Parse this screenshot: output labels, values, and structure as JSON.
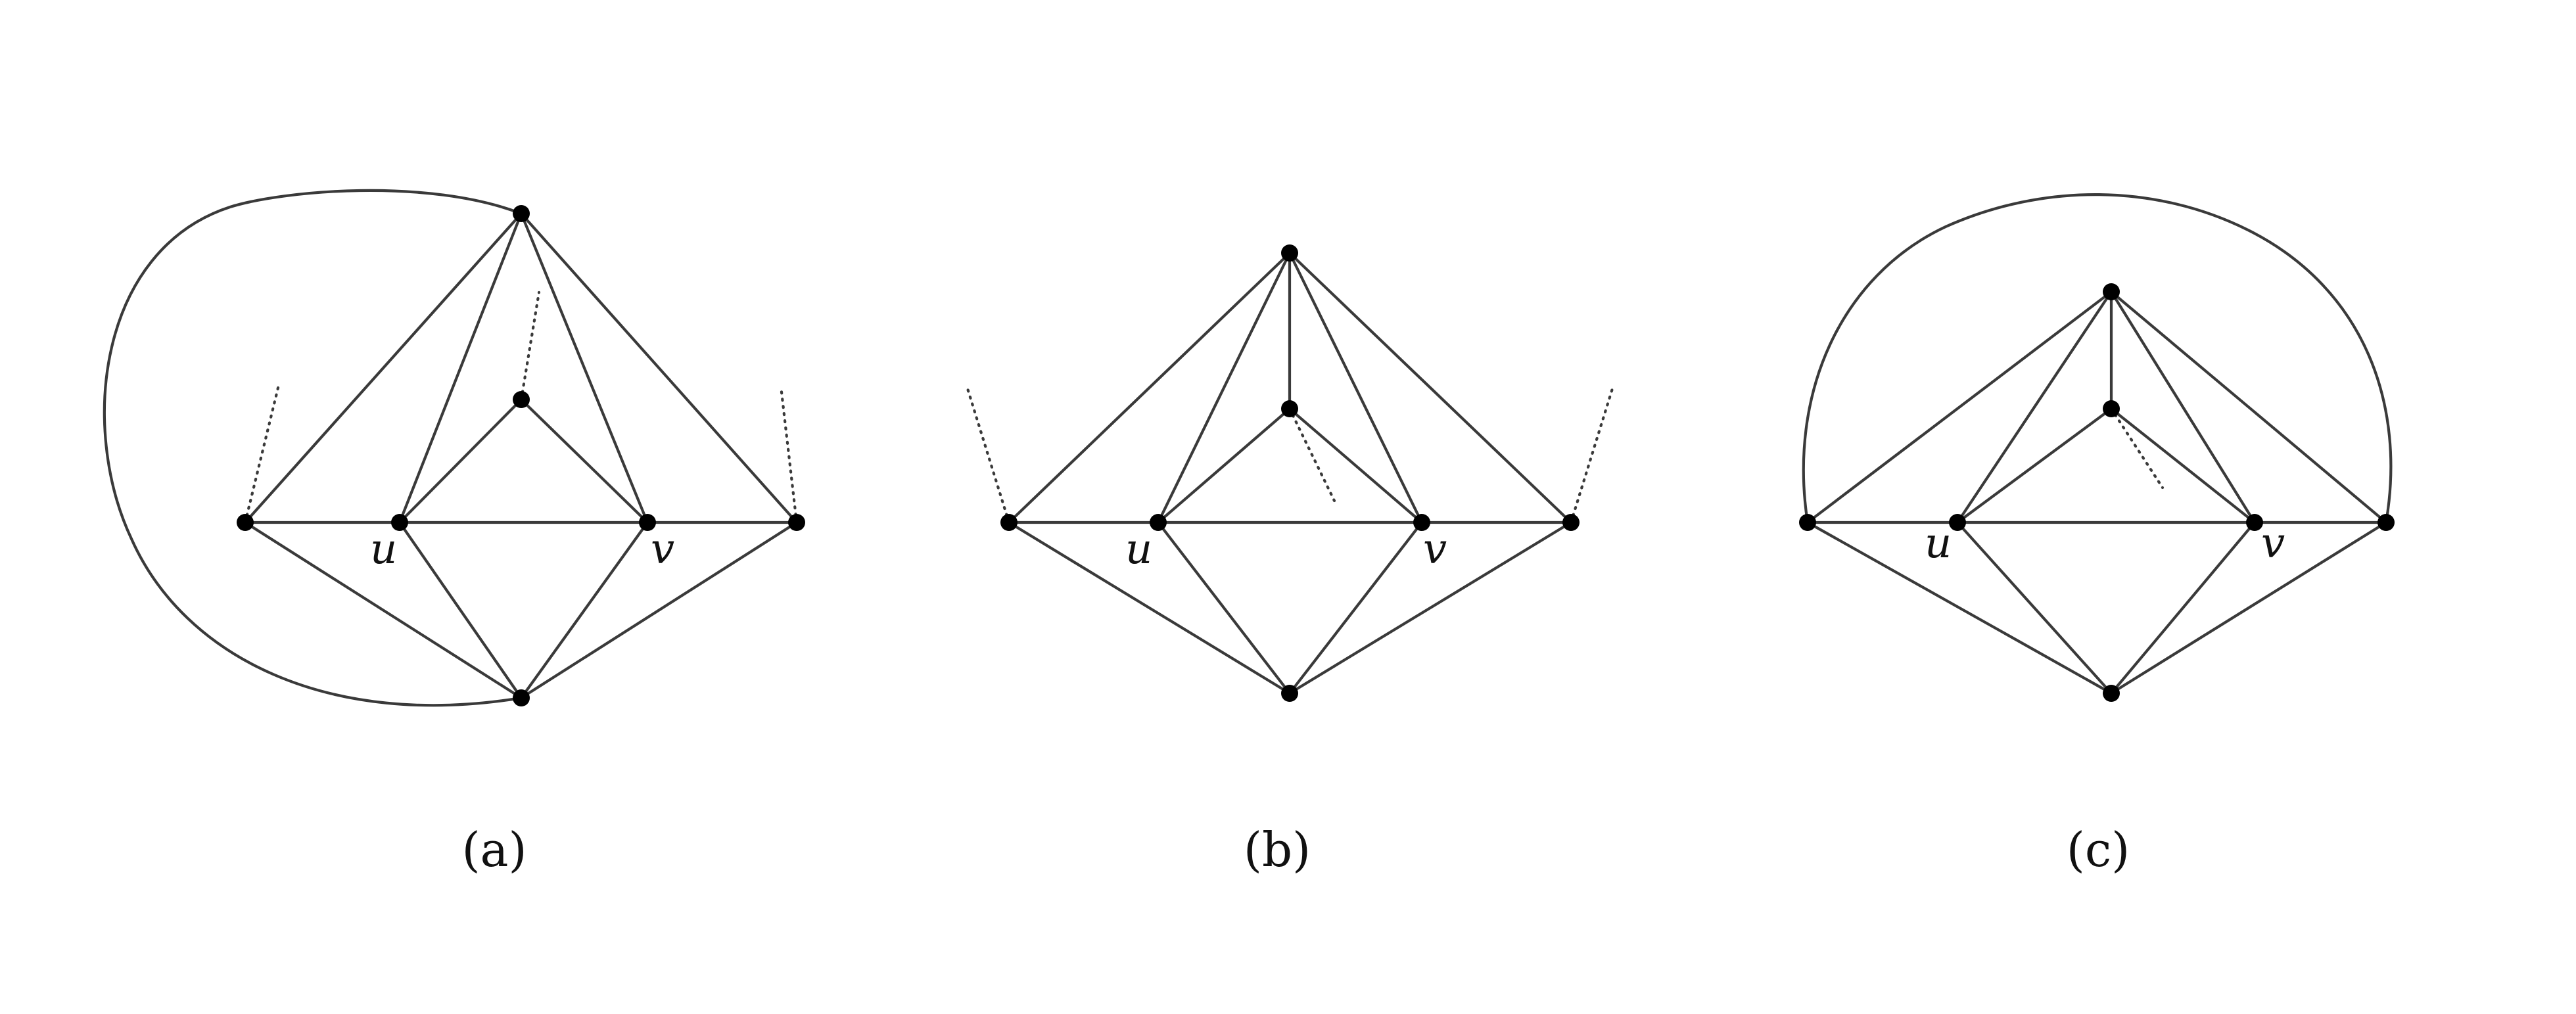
{
  "panels": [
    {
      "id": "a",
      "caption": "(a)",
      "labels": {
        "u": "u",
        "v": "v"
      }
    },
    {
      "id": "b",
      "caption": "(b)",
      "labels": {
        "u": "u",
        "v": "v"
      }
    },
    {
      "id": "c",
      "caption": "(c)",
      "labels": {
        "u": "u",
        "v": "v"
      }
    }
  ]
}
